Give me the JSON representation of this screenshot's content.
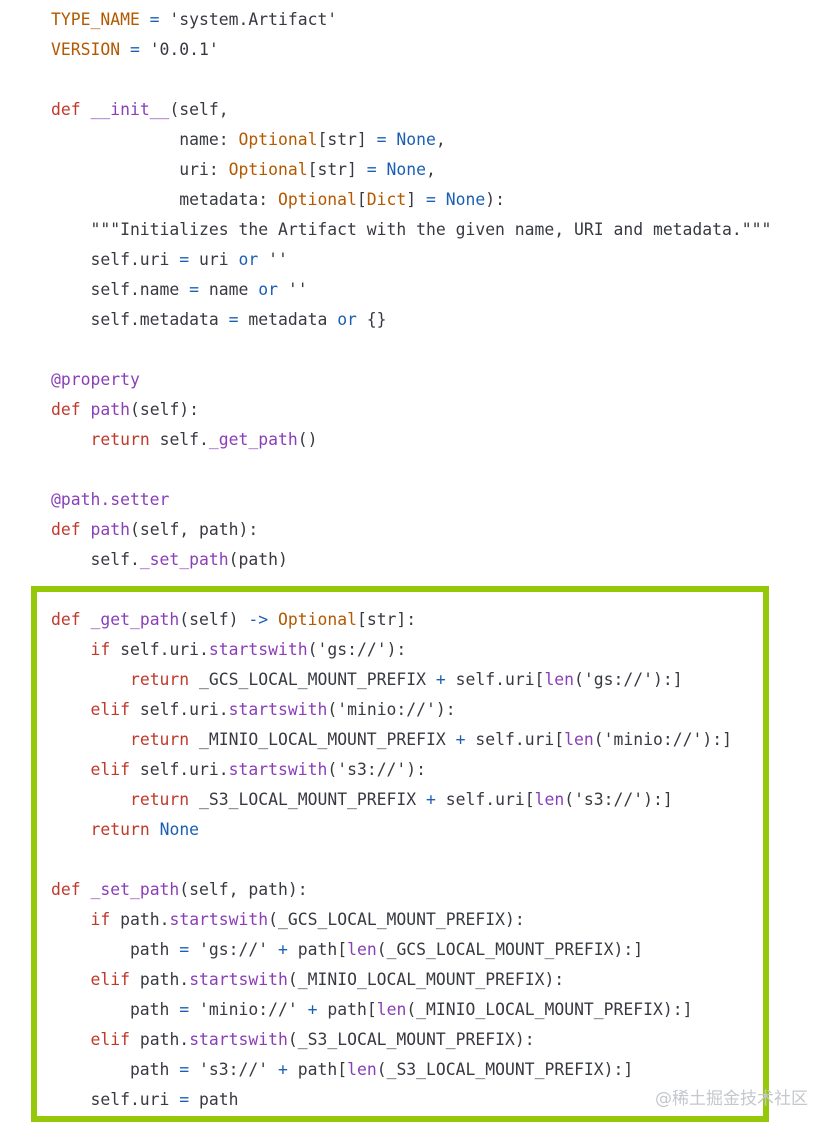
{
  "code_lines": [
    [
      {
        "t": "TYPE_NAME",
        "c": "var"
      },
      {
        "t": " = ",
        "c": "op"
      },
      {
        "t": "'system.Artifact'",
        "c": "str"
      }
    ],
    [
      {
        "t": "VERSION",
        "c": "var"
      },
      {
        "t": " = ",
        "c": "op"
      },
      {
        "t": "'0.0.1'",
        "c": "str"
      }
    ],
    [],
    [
      {
        "t": "def",
        "c": "kw"
      },
      {
        "t": " ",
        "c": "plain"
      },
      {
        "t": "__init__",
        "c": "func"
      },
      {
        "t": "(self,",
        "c": "plain"
      }
    ],
    [
      {
        "t": "             name: ",
        "c": "plain"
      },
      {
        "t": "Optional",
        "c": "type"
      },
      {
        "t": "[str] ",
        "c": "plain"
      },
      {
        "t": "=",
        "c": "op"
      },
      {
        "t": " ",
        "c": "plain"
      },
      {
        "t": "None",
        "c": "builtin"
      },
      {
        "t": ",",
        "c": "plain"
      }
    ],
    [
      {
        "t": "             uri: ",
        "c": "plain"
      },
      {
        "t": "Optional",
        "c": "type"
      },
      {
        "t": "[str] ",
        "c": "plain"
      },
      {
        "t": "=",
        "c": "op"
      },
      {
        "t": " ",
        "c": "plain"
      },
      {
        "t": "None",
        "c": "builtin"
      },
      {
        "t": ",",
        "c": "plain"
      }
    ],
    [
      {
        "t": "             metadata: ",
        "c": "plain"
      },
      {
        "t": "Optional",
        "c": "type"
      },
      {
        "t": "[",
        "c": "plain"
      },
      {
        "t": "Dict",
        "c": "type"
      },
      {
        "t": "] ",
        "c": "plain"
      },
      {
        "t": "=",
        "c": "op"
      },
      {
        "t": " ",
        "c": "plain"
      },
      {
        "t": "None",
        "c": "builtin"
      },
      {
        "t": "):",
        "c": "plain"
      }
    ],
    [
      {
        "t": "    \"\"\"Initializes the Artifact with the given name, URI and metadata.\"\"\"",
        "c": "str"
      }
    ],
    [
      {
        "t": "    self.uri ",
        "c": "plain"
      },
      {
        "t": "=",
        "c": "op"
      },
      {
        "t": " uri ",
        "c": "plain"
      },
      {
        "t": "or",
        "c": "builtin"
      },
      {
        "t": " ''",
        "c": "str"
      }
    ],
    [
      {
        "t": "    self.name ",
        "c": "plain"
      },
      {
        "t": "=",
        "c": "op"
      },
      {
        "t": " name ",
        "c": "plain"
      },
      {
        "t": "or",
        "c": "builtin"
      },
      {
        "t": " ''",
        "c": "str"
      }
    ],
    [
      {
        "t": "    self.metadata ",
        "c": "plain"
      },
      {
        "t": "=",
        "c": "op"
      },
      {
        "t": " metadata ",
        "c": "plain"
      },
      {
        "t": "or",
        "c": "builtin"
      },
      {
        "t": " {}",
        "c": "plain"
      }
    ],
    [],
    [
      {
        "t": "@property",
        "c": "deco"
      }
    ],
    [
      {
        "t": "def",
        "c": "kw"
      },
      {
        "t": " ",
        "c": "plain"
      },
      {
        "t": "path",
        "c": "func"
      },
      {
        "t": "(self):",
        "c": "plain"
      }
    ],
    [
      {
        "t": "    ",
        "c": "plain"
      },
      {
        "t": "return",
        "c": "kw"
      },
      {
        "t": " self.",
        "c": "plain"
      },
      {
        "t": "_get_path",
        "c": "func"
      },
      {
        "t": "()",
        "c": "plain"
      }
    ],
    [],
    [
      {
        "t": "@path.setter",
        "c": "deco"
      }
    ],
    [
      {
        "t": "def",
        "c": "kw"
      },
      {
        "t": " ",
        "c": "plain"
      },
      {
        "t": "path",
        "c": "func"
      },
      {
        "t": "(self, path):",
        "c": "plain"
      }
    ],
    [
      {
        "t": "    self.",
        "c": "plain"
      },
      {
        "t": "_set_path",
        "c": "func"
      },
      {
        "t": "(path)",
        "c": "plain"
      }
    ],
    [],
    [
      {
        "t": "def",
        "c": "kw"
      },
      {
        "t": " ",
        "c": "plain"
      },
      {
        "t": "_get_path",
        "c": "func"
      },
      {
        "t": "(self) ",
        "c": "plain"
      },
      {
        "t": "->",
        "c": "op"
      },
      {
        "t": " ",
        "c": "plain"
      },
      {
        "t": "Optional",
        "c": "type"
      },
      {
        "t": "[str]:",
        "c": "plain"
      }
    ],
    [
      {
        "t": "    ",
        "c": "plain"
      },
      {
        "t": "if",
        "c": "kw"
      },
      {
        "t": " self.uri.",
        "c": "plain"
      },
      {
        "t": "startswith",
        "c": "func"
      },
      {
        "t": "(",
        "c": "plain"
      },
      {
        "t": "'gs://'",
        "c": "str"
      },
      {
        "t": "):",
        "c": "plain"
      }
    ],
    [
      {
        "t": "        ",
        "c": "plain"
      },
      {
        "t": "return",
        "c": "kw"
      },
      {
        "t": " _GCS_LOCAL_MOUNT_PREFIX ",
        "c": "plain"
      },
      {
        "t": "+",
        "c": "op"
      },
      {
        "t": " self.uri[",
        "c": "plain"
      },
      {
        "t": "len",
        "c": "func"
      },
      {
        "t": "(",
        "c": "plain"
      },
      {
        "t": "'gs://'",
        "c": "str"
      },
      {
        "t": "):]",
        "c": "plain"
      }
    ],
    [
      {
        "t": "    ",
        "c": "plain"
      },
      {
        "t": "elif",
        "c": "kw"
      },
      {
        "t": " self.uri.",
        "c": "plain"
      },
      {
        "t": "startswith",
        "c": "func"
      },
      {
        "t": "(",
        "c": "plain"
      },
      {
        "t": "'minio://'",
        "c": "str"
      },
      {
        "t": "):",
        "c": "plain"
      }
    ],
    [
      {
        "t": "        ",
        "c": "plain"
      },
      {
        "t": "return",
        "c": "kw"
      },
      {
        "t": " _MINIO_LOCAL_MOUNT_PREFIX ",
        "c": "plain"
      },
      {
        "t": "+",
        "c": "op"
      },
      {
        "t": " self.uri[",
        "c": "plain"
      },
      {
        "t": "len",
        "c": "func"
      },
      {
        "t": "(",
        "c": "plain"
      },
      {
        "t": "'minio://'",
        "c": "str"
      },
      {
        "t": "):]",
        "c": "plain"
      }
    ],
    [
      {
        "t": "    ",
        "c": "plain"
      },
      {
        "t": "elif",
        "c": "kw"
      },
      {
        "t": " self.uri.",
        "c": "plain"
      },
      {
        "t": "startswith",
        "c": "func"
      },
      {
        "t": "(",
        "c": "plain"
      },
      {
        "t": "'s3://'",
        "c": "str"
      },
      {
        "t": "):",
        "c": "plain"
      }
    ],
    [
      {
        "t": "        ",
        "c": "plain"
      },
      {
        "t": "return",
        "c": "kw"
      },
      {
        "t": " _S3_LOCAL_MOUNT_PREFIX ",
        "c": "plain"
      },
      {
        "t": "+",
        "c": "op"
      },
      {
        "t": " self.uri[",
        "c": "plain"
      },
      {
        "t": "len",
        "c": "func"
      },
      {
        "t": "(",
        "c": "plain"
      },
      {
        "t": "'s3://'",
        "c": "str"
      },
      {
        "t": "):]",
        "c": "plain"
      }
    ],
    [
      {
        "t": "    ",
        "c": "plain"
      },
      {
        "t": "return",
        "c": "kw"
      },
      {
        "t": " ",
        "c": "plain"
      },
      {
        "t": "None",
        "c": "builtin"
      }
    ],
    [],
    [
      {
        "t": "def",
        "c": "kw"
      },
      {
        "t": " ",
        "c": "plain"
      },
      {
        "t": "_set_path",
        "c": "func"
      },
      {
        "t": "(self, path):",
        "c": "plain"
      }
    ],
    [
      {
        "t": "    ",
        "c": "plain"
      },
      {
        "t": "if",
        "c": "kw"
      },
      {
        "t": " path.",
        "c": "plain"
      },
      {
        "t": "startswith",
        "c": "func"
      },
      {
        "t": "(_GCS_LOCAL_MOUNT_PREFIX):",
        "c": "plain"
      }
    ],
    [
      {
        "t": "        path ",
        "c": "plain"
      },
      {
        "t": "=",
        "c": "op"
      },
      {
        "t": " ",
        "c": "plain"
      },
      {
        "t": "'gs://'",
        "c": "str"
      },
      {
        "t": " ",
        "c": "plain"
      },
      {
        "t": "+",
        "c": "op"
      },
      {
        "t": " path[",
        "c": "plain"
      },
      {
        "t": "len",
        "c": "func"
      },
      {
        "t": "(_GCS_LOCAL_MOUNT_PREFIX):]",
        "c": "plain"
      }
    ],
    [
      {
        "t": "    ",
        "c": "plain"
      },
      {
        "t": "elif",
        "c": "kw"
      },
      {
        "t": " path.",
        "c": "plain"
      },
      {
        "t": "startswith",
        "c": "func"
      },
      {
        "t": "(_MINIO_LOCAL_MOUNT_PREFIX):",
        "c": "plain"
      }
    ],
    [
      {
        "t": "        path ",
        "c": "plain"
      },
      {
        "t": "=",
        "c": "op"
      },
      {
        "t": " ",
        "c": "plain"
      },
      {
        "t": "'minio://'",
        "c": "str"
      },
      {
        "t": " ",
        "c": "plain"
      },
      {
        "t": "+",
        "c": "op"
      },
      {
        "t": " path[",
        "c": "plain"
      },
      {
        "t": "len",
        "c": "func"
      },
      {
        "t": "(_MINIO_LOCAL_MOUNT_PREFIX):]",
        "c": "plain"
      }
    ],
    [
      {
        "t": "    ",
        "c": "plain"
      },
      {
        "t": "elif",
        "c": "kw"
      },
      {
        "t": " path.",
        "c": "plain"
      },
      {
        "t": "startswith",
        "c": "func"
      },
      {
        "t": "(_S3_LOCAL_MOUNT_PREFIX):",
        "c": "plain"
      }
    ],
    [
      {
        "t": "        path ",
        "c": "plain"
      },
      {
        "t": "=",
        "c": "op"
      },
      {
        "t": " ",
        "c": "plain"
      },
      {
        "t": "'s3://'",
        "c": "str"
      },
      {
        "t": " ",
        "c": "plain"
      },
      {
        "t": "+",
        "c": "op"
      },
      {
        "t": " path[",
        "c": "plain"
      },
      {
        "t": "len",
        "c": "func"
      },
      {
        "t": "(_S3_LOCAL_MOUNT_PREFIX):]",
        "c": "plain"
      }
    ],
    [
      {
        "t": "    self.uri ",
        "c": "plain"
      },
      {
        "t": "=",
        "c": "op"
      },
      {
        "t": " path",
        "c": "plain"
      }
    ]
  ],
  "watermark": "@稀土掘金技术社区",
  "colors": {
    "highlight_border": "#96c80a"
  }
}
